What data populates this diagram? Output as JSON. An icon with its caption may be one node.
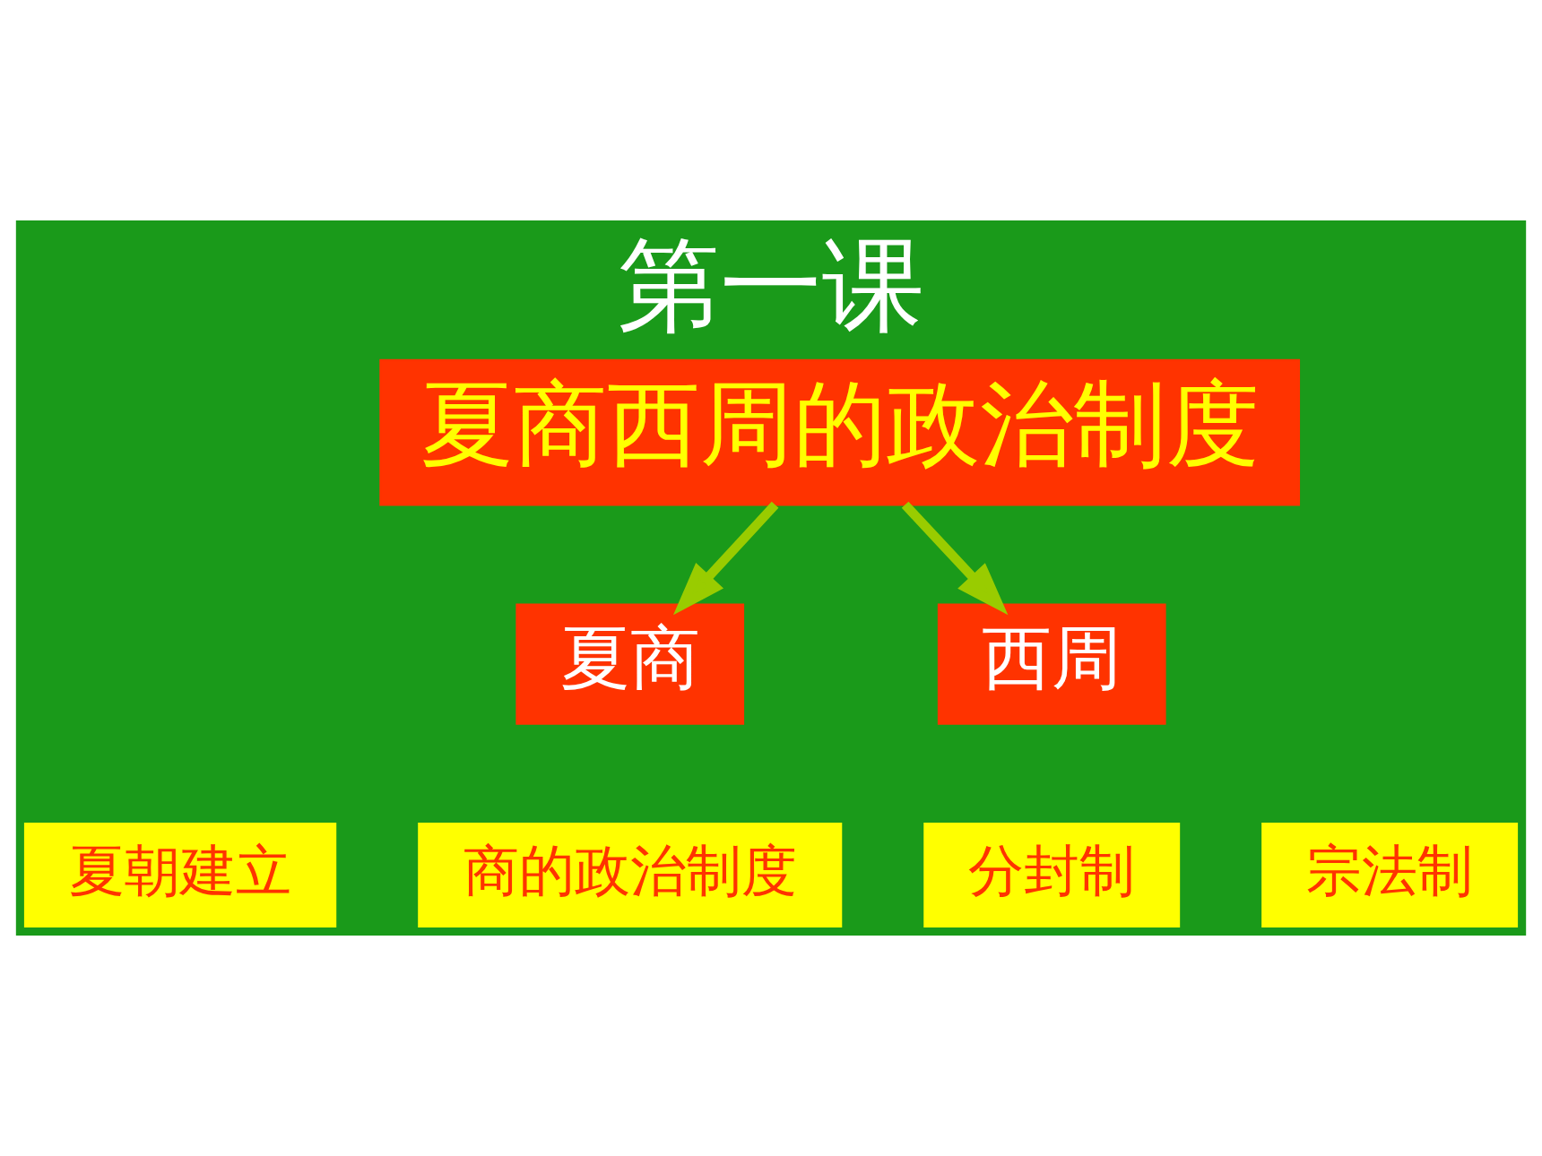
{
  "diagram": {
    "title": "第一课",
    "nodes": [
      {
        "text": [
          "夏商西周的政治制度"
        ]
      },
      {
        "text": [
          "夏商"
        ]
      },
      {
        "text": [
          "西周"
        ]
      },
      {
        "text": [
          "夏朝建立"
        ]
      },
      {
        "text": [
          "商的政治制度"
        ]
      },
      {
        "text": [
          "分封制"
        ]
      },
      {
        "text": [
          "宗法制"
        ]
      }
    ],
    "edges": [
      {
        "from": 0,
        "to": 1,
        "arrow": "to"
      },
      {
        "from": 0,
        "to": 2,
        "arrow": "to"
      }
    ]
  }
}
